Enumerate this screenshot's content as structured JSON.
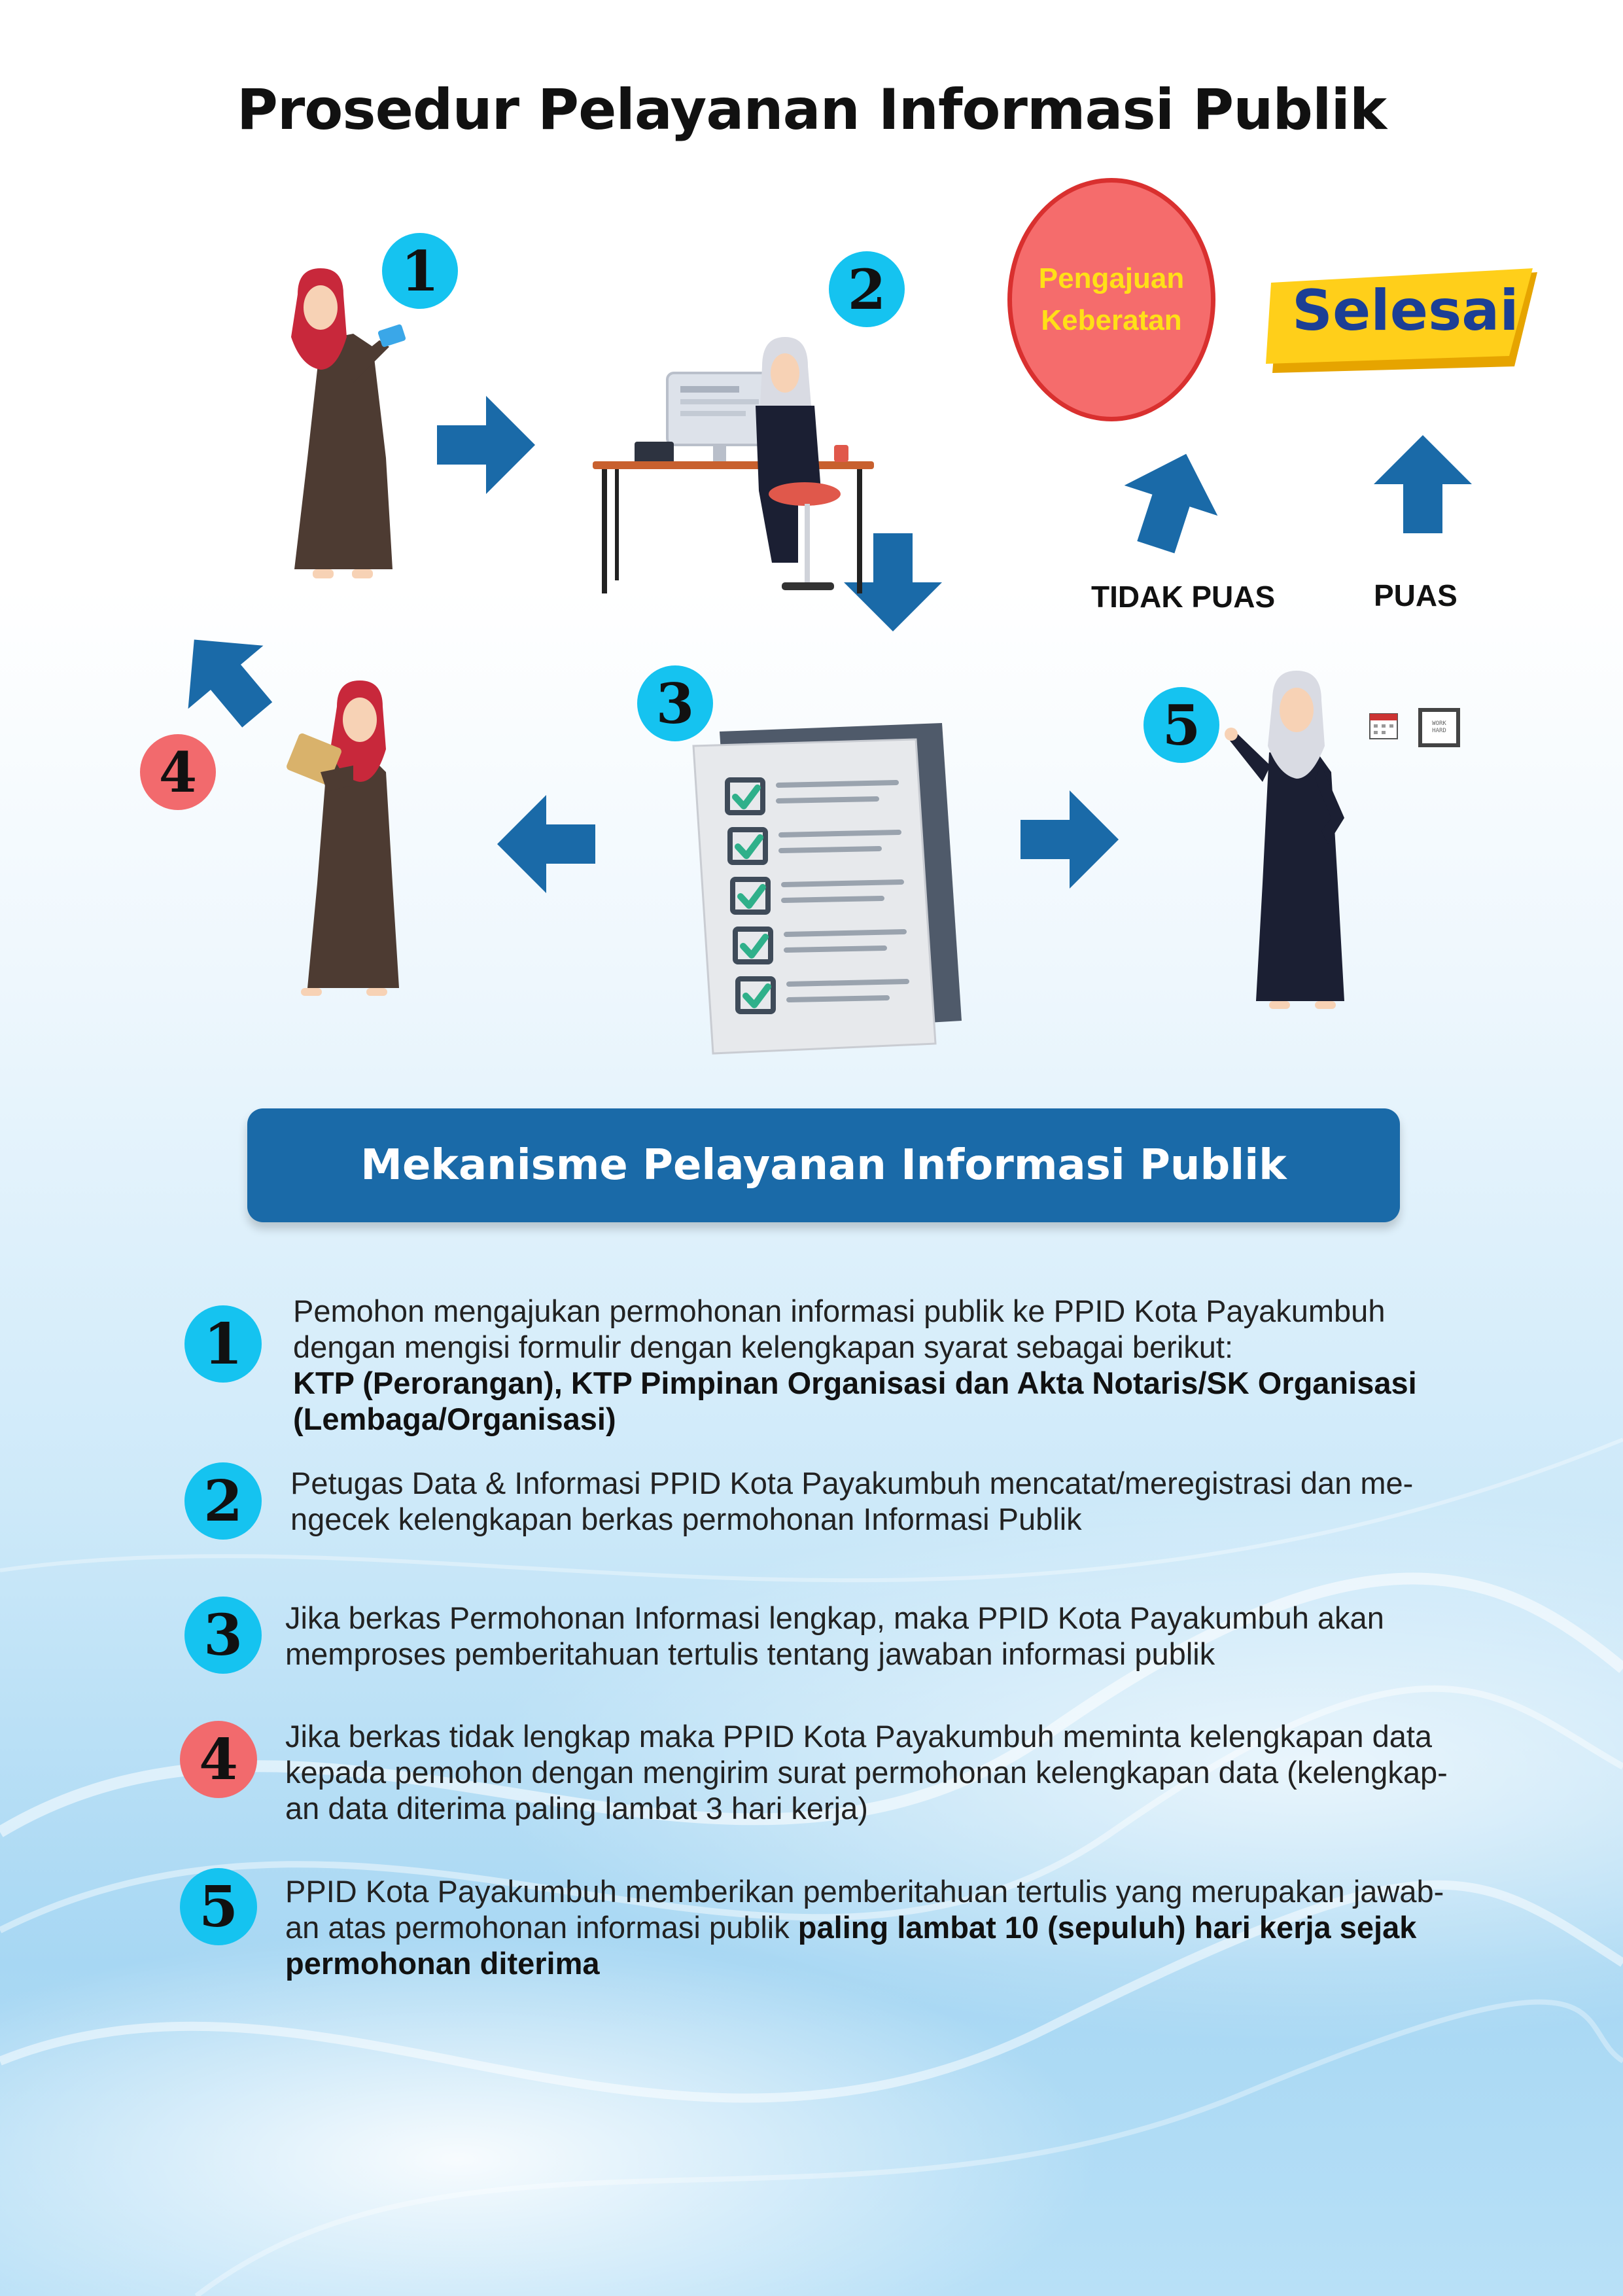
{
  "title": "Prosedur Pelayanan Informasi Publik",
  "diagram": {
    "numbers": [
      "1",
      "2",
      "3",
      "4",
      "5"
    ],
    "pengajuan_keberatan": [
      "Pengajuan",
      "Keberatan"
    ],
    "selesai": "Selesai",
    "tidak_puas": "TIDAK PUAS",
    "puas": "PUAS",
    "work_hard": [
      "WORK",
      "HARD"
    ]
  },
  "colors": {
    "accent_blue": "#1a6aa8",
    "number_blue": "#15c3f0",
    "number_red": "#f26a6d",
    "badge_yellow": "#ffcf1a",
    "selesai_text": "#1c3f95"
  },
  "section_header": "Mekanisme Pelayanan Informasi Publik",
  "steps": [
    {
      "number": "1",
      "lines": [
        "Pemohon mengajukan permohonan informasi publik ke PPID Kota Payakumbuh",
        "dengan mengisi formulir dengan kelengkapan syarat sebagai berikut:"
      ],
      "bold_lines": [
        "KTP (Perorangan), KTP Pimpinan Organisasi dan Akta Notaris/SK Organisasi",
        "(Lembaga/Organisasi)"
      ]
    },
    {
      "number": "2",
      "lines": [
        "Petugas Data & Informasi PPID Kota Payakumbuh mencatat/meregistrasi dan me-",
        "ngecek kelengkapan berkas permohonan Informasi Publik"
      ]
    },
    {
      "number": "3",
      "lines": [
        "Jika berkas Permohonan Informasi lengkap, maka PPID Kota Payakumbuh akan",
        "memproses pemberitahuan tertulis tentang jawaban informasi publik"
      ]
    },
    {
      "number": "4",
      "lines": [
        "Jika berkas tidak lengkap maka PPID Kota Payakumbuh meminta kelengkapan data",
        "kepada pemohon dengan mengirim surat permohonan kelengkapan data (kelengkap-",
        "an data diterima paling lambat 3 hari kerja)"
      ]
    },
    {
      "number": "5",
      "line1": "PPID Kota Payakumbuh memberikan pemberitahuan tertulis yang merupakan jawab-",
      "line2_normal": "an atas permohonan informasi publik ",
      "line2_bold": "paling lambat 10 (sepuluh) hari kerja sejak",
      "line3_bold": "permohonan diterima"
    }
  ]
}
